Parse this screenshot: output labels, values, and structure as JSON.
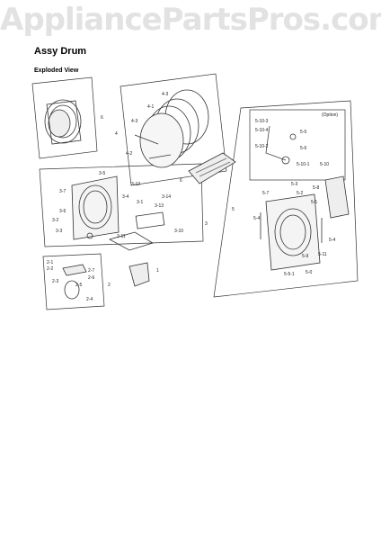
{
  "watermark": "AppliancePartsPros.com",
  "title": "Assy Drum",
  "subtitle": "Exploded View",
  "option_label": "(Option)",
  "callouts": [
    {
      "id": "6-top",
      "text": "6"
    },
    {
      "id": "4",
      "text": "4"
    },
    {
      "id": "4-3",
      "text": "4-3"
    },
    {
      "id": "4-1",
      "text": "4-1"
    },
    {
      "id": "4-3b",
      "text": "4-3"
    },
    {
      "id": "4-2",
      "text": "4-2"
    },
    {
      "id": "6-filter",
      "text": "6"
    },
    {
      "id": "3-5",
      "text": "3-5"
    },
    {
      "id": "3-7",
      "text": "3-7"
    },
    {
      "id": "3-6",
      "text": "3-6"
    },
    {
      "id": "3-2",
      "text": "3-2"
    },
    {
      "id": "3-3",
      "text": "3-3"
    },
    {
      "id": "3-12",
      "text": "3-12"
    },
    {
      "id": "3-4",
      "text": "3-4"
    },
    {
      "id": "3-1",
      "text": "3-1"
    },
    {
      "id": "3-14",
      "text": "3-14"
    },
    {
      "id": "3-13",
      "text": "3-13"
    },
    {
      "id": "3",
      "text": "3"
    },
    {
      "id": "3-11",
      "text": "3-11"
    },
    {
      "id": "3-10",
      "text": "3-10"
    },
    {
      "id": "2-1",
      "text": "2-1"
    },
    {
      "id": "2-2",
      "text": "2-2"
    },
    {
      "id": "2-7",
      "text": "2-7"
    },
    {
      "id": "2-6",
      "text": "2-6"
    },
    {
      "id": "2-3",
      "text": "2-3"
    },
    {
      "id": "2-5",
      "text": "2-5"
    },
    {
      "id": "2-4",
      "text": "2-4"
    },
    {
      "id": "2",
      "text": "2"
    },
    {
      "id": "1",
      "text": "1"
    },
    {
      "id": "5-10-3",
      "text": "5-10-3"
    },
    {
      "id": "5-10-4",
      "text": "5-10-4"
    },
    {
      "id": "5-10-2",
      "text": "5-10-2"
    },
    {
      "id": "5-10-1",
      "text": "5-10-1"
    },
    {
      "id": "5-5",
      "text": "5-5"
    },
    {
      "id": "5-6",
      "text": "5-6"
    },
    {
      "id": "5-10",
      "text": "5-10"
    },
    {
      "id": "5",
      "text": "5"
    },
    {
      "id": "5-3",
      "text": "5-3"
    },
    {
      "id": "5-7",
      "text": "5-7"
    },
    {
      "id": "5-2",
      "text": "5-2"
    },
    {
      "id": "5-8",
      "text": "5-8"
    },
    {
      "id": "5-1",
      "text": "5-1"
    },
    {
      "id": "5-4a",
      "text": "5-4"
    },
    {
      "id": "5-4b",
      "text": "5-4"
    },
    {
      "id": "5-9",
      "text": "5-9"
    },
    {
      "id": "5-5-1",
      "text": "5-5-1"
    },
    {
      "id": "5-11",
      "text": "5-11"
    },
    {
      "id": "5-0",
      "text": "5-0"
    }
  ]
}
